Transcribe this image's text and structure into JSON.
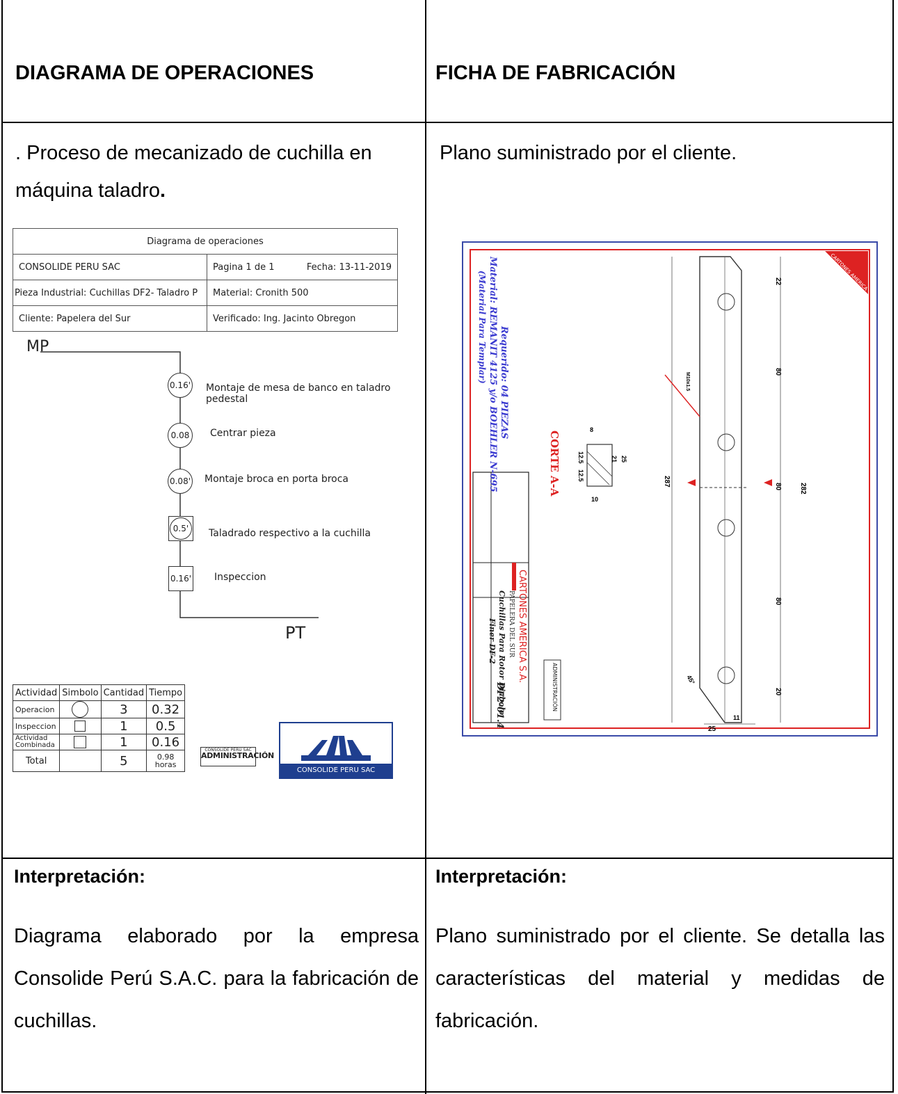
{
  "header": {
    "left_title": "DIAGRAMA DE OPERACIONES",
    "right_title": "FICHA DE FABRICACIÓN"
  },
  "left": {
    "intro_line1": ". Proceso de mecanizado de cuchilla en",
    "intro_line2": "máquina taladro",
    "intro_dot": ".",
    "diagram": {
      "title": "Diagrama de operaciones",
      "company": "CONSOLIDE PERU SAC",
      "page": "Pagina 1 de 1",
      "date": "Fecha: 13-11-2019",
      "piece": "Pieza Industrial: Cuchillas DF2- Taladro P",
      "material": "Material: Cronith 500",
      "client": "Cliente: Papelera del Sur",
      "verified": "Verificado: Ing. Jacinto Obregon",
      "start_label": "MP",
      "end_label": "PT",
      "steps": [
        {
          "value": "0.16'",
          "label": "Montaje de mesa de banco en taladro",
          "label2": "pedestal"
        },
        {
          "value": "0.08",
          "label": "Centrar pieza"
        },
        {
          "value": "0.08'",
          "label": "Montaje broca en porta broca"
        },
        {
          "value": "0.5'",
          "label": "Taladrado respectivo a la cuchilla"
        },
        {
          "value": "0.16'",
          "label": "Inspeccion"
        }
      ],
      "summary": {
        "headers": [
          "Actividad",
          "Simbolo",
          "Cantidad",
          "Tiempo"
        ],
        "rows": [
          {
            "activity": "Operacion",
            "qty": "3",
            "time": "0.32"
          },
          {
            "activity": "Inspeccion",
            "qty": "1",
            "time": "0.5"
          },
          {
            "activity": "Actividad",
            "activity2": "Combinada",
            "qty": "1",
            "time": "0.16"
          }
        ],
        "total_label": "Total",
        "total_qty": "5",
        "total_time": "0.98",
        "total_unit": "horas"
      },
      "stamp_top": "CONSOLIDE PERU SAC",
      "stamp_main": "ADMINISTRACIÓN",
      "logo_text": "CONSOLIDE PERU SAC"
    }
  },
  "right": {
    "intro": "Plano suministrado por el cliente.",
    "blueprint": {
      "requerido": "Requerido: 04 PIEZAS",
      "material": "Material: REMANIT 4125 y/o BOEHLER N-695",
      "material2": "(Material Para Templar)",
      "corte": "CORTE A-A",
      "company": "CARTONES AMERICA S.A.",
      "client": "PAPELERA DEL SUR",
      "description": "Cuchillas Para Rotor Diabolo",
      "description2": "Finer DF-2",
      "code": "DF2-01.4",
      "logo": "CARTONES AMERICA",
      "stamp": "ADMINISTRACIÓN",
      "dims": [
        "22",
        "80",
        "80",
        "80",
        "20",
        "282",
        "287",
        "25",
        "11",
        "8",
        "12.5",
        "12.5",
        "21",
        "25",
        "10",
        "45°",
        "M10x1.5"
      ]
    }
  },
  "footer": {
    "left_head": "Interpretación:",
    "left_text": "Diagrama elaborado por la empresa Consolide Perú S.A.C. para la fabricación de cuchillas.",
    "right_head": "Interpretación:",
    "right_text": "Plano suministrado por el cliente. Se detalla las características del material y medidas de fabricación."
  }
}
